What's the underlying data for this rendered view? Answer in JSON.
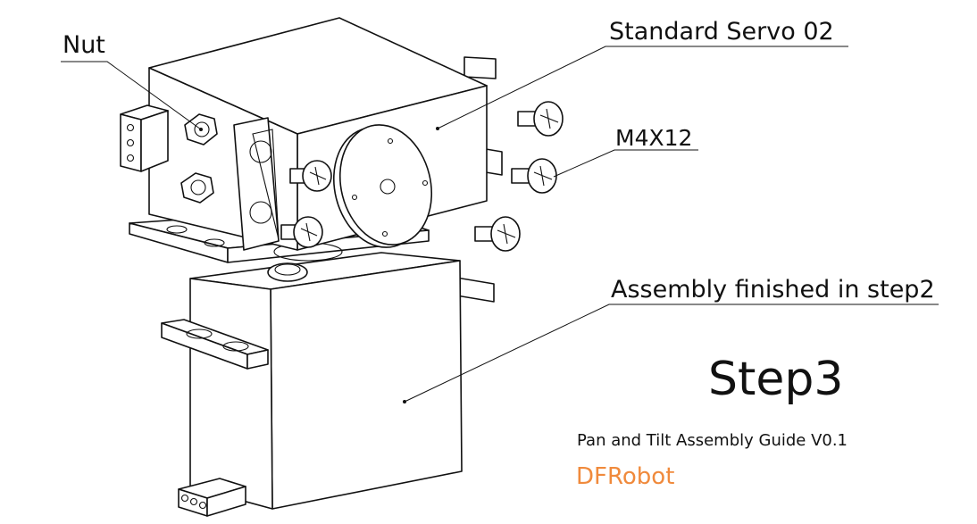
{
  "callouts": {
    "nut": "Nut",
    "standard_servo": "Standard Servo 02",
    "screw": "M4X12",
    "assembly": "Assembly finished in step2"
  },
  "title": "Step3",
  "subtitle": "Pan and Tilt Assembly Guide V0.1",
  "brand": {
    "name": "DFRobot",
    "color": "#f08a3c"
  }
}
